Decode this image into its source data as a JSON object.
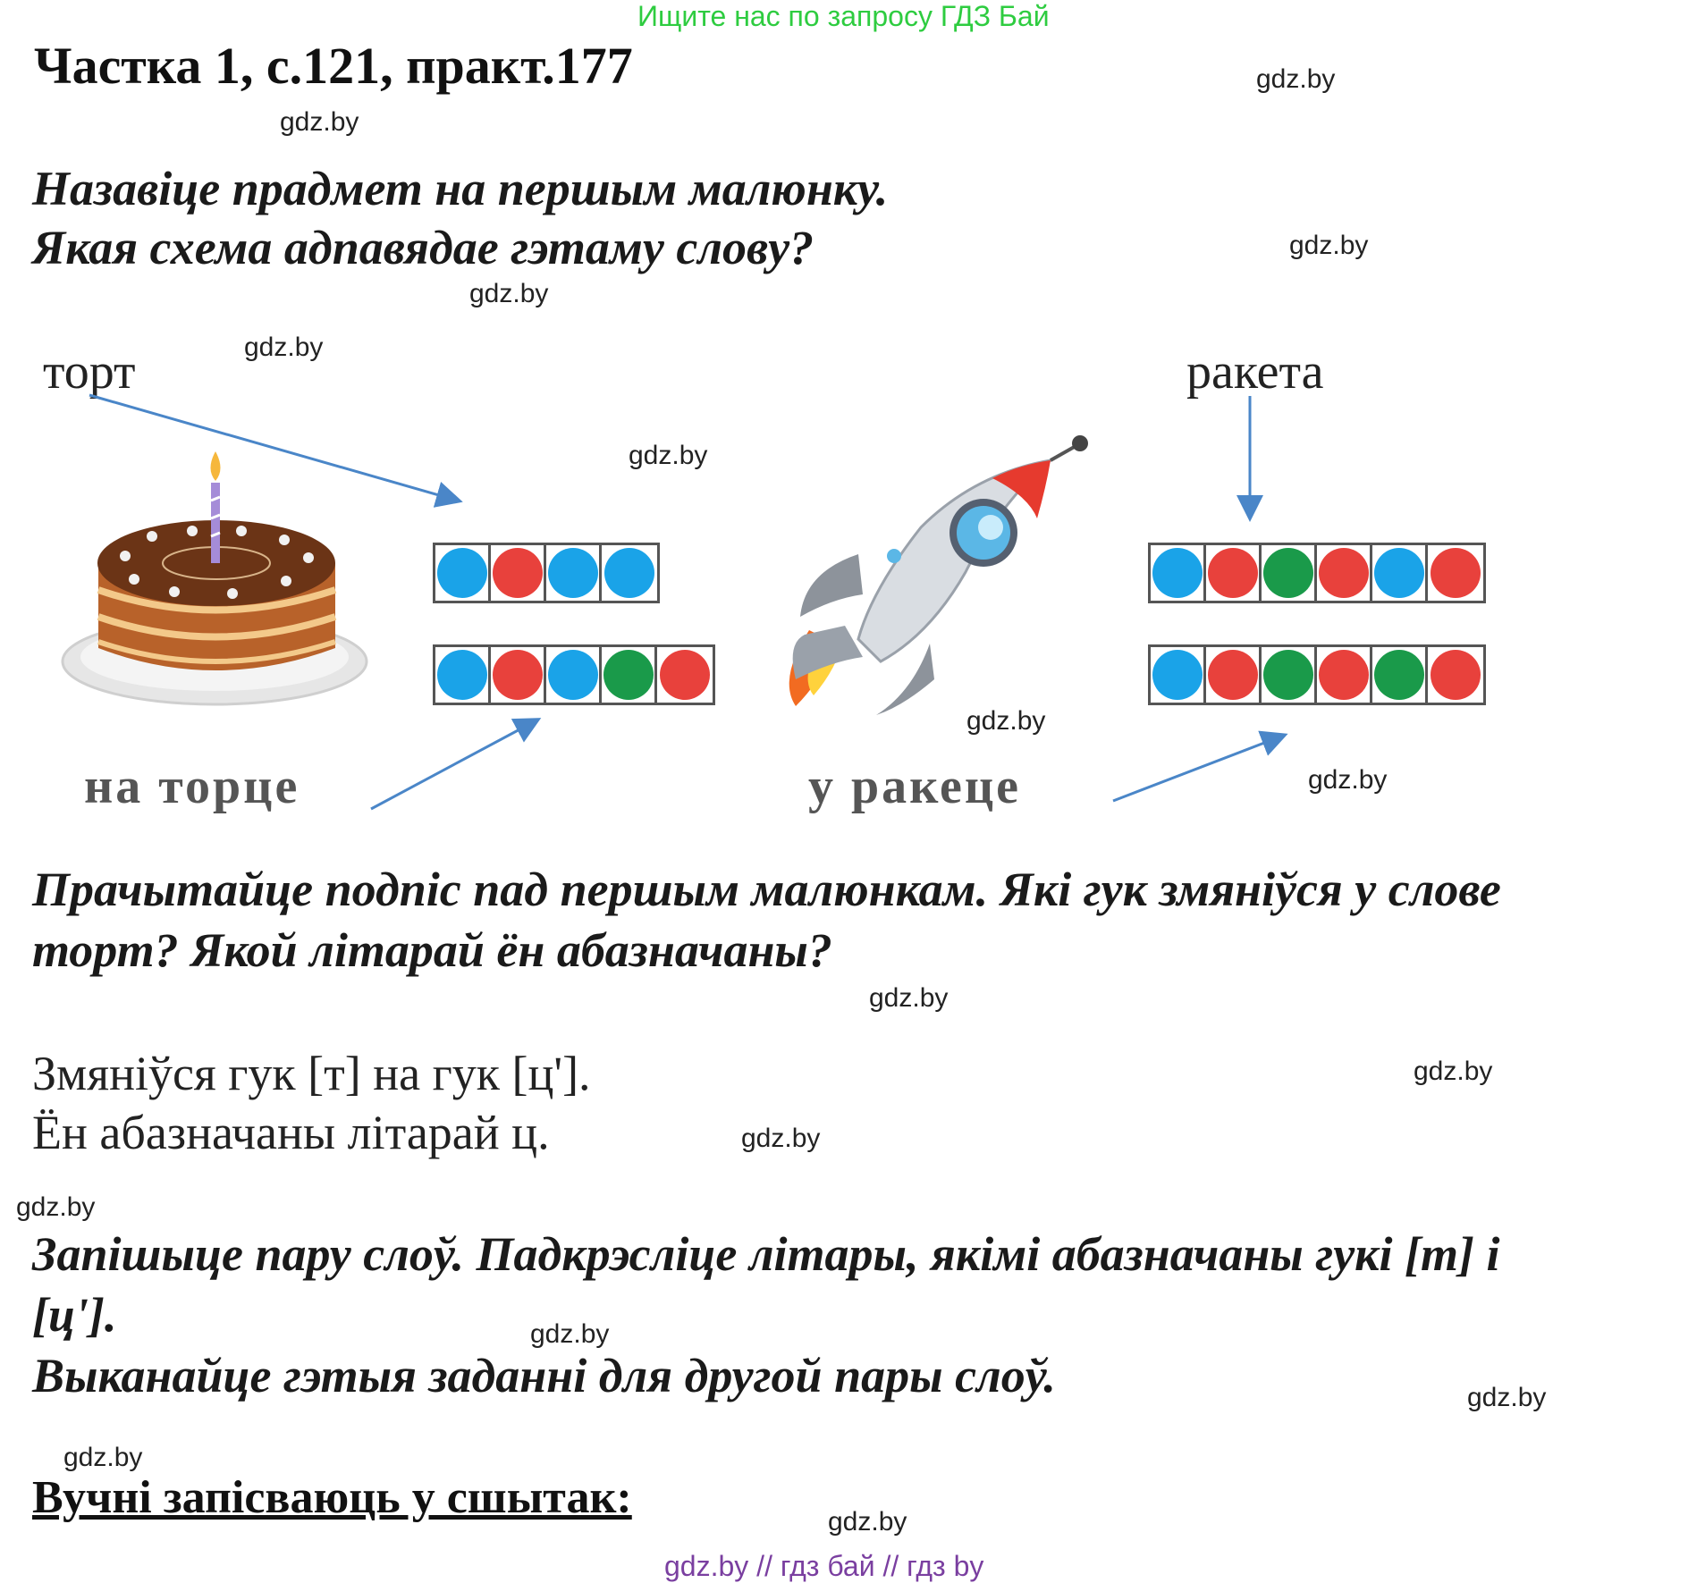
{
  "banner": "Ищите нас по запросу ГДЗ Бай",
  "heading": "Частка 1, с.121, практ.177",
  "watermark": "gdz.by",
  "task1": {
    "line1": "Назавіце прадмет на першым малюнку.",
    "line2": "Якая схема адпавядае гэтаму слову?"
  },
  "labels": {
    "left": "торт",
    "right": "ракета"
  },
  "captions": {
    "left": "на торце",
    "right": "у ракеце"
  },
  "colors": {
    "blue": "#1aa3e8",
    "red": "#e8413c",
    "green": "#1a9a4a",
    "arrow": "#4a86c8"
  },
  "schemes": {
    "left_top": [
      "blue",
      "red",
      "blue",
      "blue"
    ],
    "left_bottom": [
      "blue",
      "red",
      "blue",
      "green",
      "red"
    ],
    "right_top": [
      "blue",
      "red",
      "green",
      "red",
      "blue",
      "red"
    ],
    "right_bottom": [
      "blue",
      "red",
      "green",
      "red",
      "green",
      "red"
    ]
  },
  "task2": {
    "line1": "Прачытайце подпіс пад першым малюнкам. Які гук змяніўся у слове",
    "line2": "торт? Якой літарай ён абазначаны?"
  },
  "answer": {
    "line1": "Змяніўся гук  [т] на гук [ц'].",
    "line2": "Ён абазначаны літарай ц."
  },
  "task3": {
    "line1": "Запішыце пару слоў. Падкрэсліце літары, якімі абазначаны гукі [т] і",
    "line2": "[ц'].",
    "line3": "Выканайце гэтыя заданні для другой пары слоў."
  },
  "notebook": "Вучні запісваюць у сшытак:",
  "footer": "gdz.by  //  гдз бай  //  гдз by"
}
